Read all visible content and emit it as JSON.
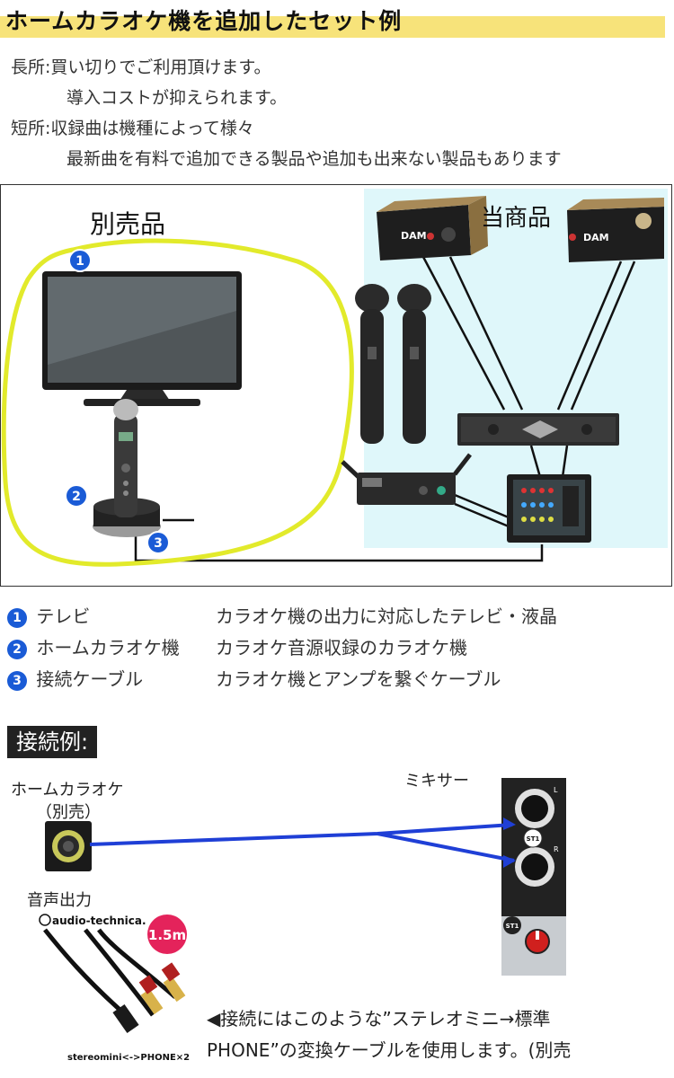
{
  "header": {
    "title": "ホームカラオケ機を追加したセット例"
  },
  "pros_cons": {
    "merit_label": "長所:",
    "merit_line1": "買い切りでご利用頂けます。",
    "merit_line2": "導入コストが抑えられます。",
    "demerit_label": "短所:",
    "demerit_line1": "収録曲は機種によって様々",
    "demerit_line2": "最新曲を有料で追加できる製品や追加も出来ない製品もあります"
  },
  "diagram": {
    "separate_label": "別売品",
    "included_label": "当商品",
    "speaker_brand": "DAM",
    "badges": [
      "1",
      "2",
      "3"
    ]
  },
  "legend": [
    {
      "num": "1",
      "name": "テレビ",
      "desc": "カラオケ機の出力に対応したテレビ・液晶"
    },
    {
      "num": "2",
      "name": "ホームカラオケ機",
      "desc": "カラオケ音源収録のカラオケ機"
    },
    {
      "num": "3",
      "name": "接続ケーブル",
      "desc": "カラオケ機とアンプを繋ぐケーブル"
    }
  ],
  "connection": {
    "section_title": "接続例:",
    "home_karaoke_line1": "ホームカラオケ",
    "home_karaoke_line2": "（別売）",
    "mixer_label": "ミキサー",
    "audio_output_label": "音声出力",
    "brand_label": "audio-technica.",
    "length_badge": "1.5m",
    "cable_caption": "stereomini<->PHONE×2",
    "mixer_l": "L",
    "mixer_r": "R",
    "mixer_st1": "ST1",
    "note_line1": "◀接続にはこのような”ステレオミニ→標準",
    "note_line2": "PHONE”の変換ケーブルを使用します。(別売"
  },
  "colors": {
    "title_highlight": "#f7e37a",
    "included_area": "#dff7fa",
    "badge_blue": "#1a5bd6",
    "outline_yellow": "#e2ea2b",
    "cable_blue": "#1f3fd6"
  }
}
